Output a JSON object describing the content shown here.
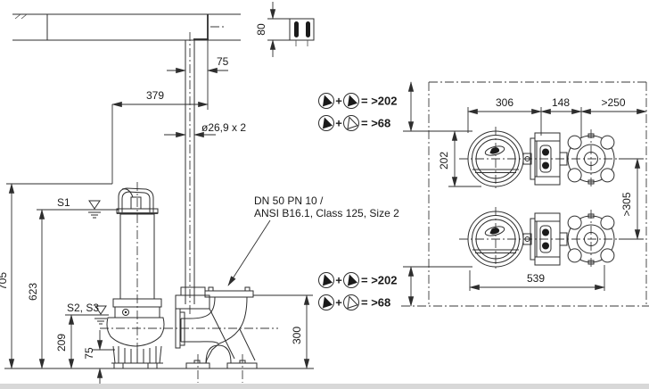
{
  "colors": {
    "background": "#ffffff",
    "line": "#2e2e2e",
    "text": "#1a1a1a",
    "symbol_fill": "#1a1a1a",
    "footer_strip": "#d8d8d8"
  },
  "side_view": {
    "left_dims": {
      "total_height": "705",
      "s1_level_height": "623",
      "s2s3_level_height": "209",
      "suction_height": "75"
    },
    "top_dims": {
      "pipe_to_bracket": "75",
      "pump_to_wall": "379",
      "guide_pipe_size": "ø26,9 x 2",
      "bracket_plate": "80"
    },
    "right_dims": {
      "outlet_flange_height": "300"
    },
    "water_levels": {
      "s1": "S1",
      "s2_s3": "S2, S3"
    },
    "flange_note": {
      "line1": "DN 50 PN 10 /",
      "line2": "ANSI B16.1, Class 125, Size 2"
    }
  },
  "legend": {
    "upper": {
      "rows": [
        {
          "plus": "+",
          "value": "= >202"
        },
        {
          "plus": "+",
          "value": "= >68"
        }
      ]
    },
    "lower": {
      "rows": [
        {
          "plus": "+",
          "value": "= >202"
        },
        {
          "plus": "+",
          "value": "= >68"
        }
      ]
    }
  },
  "plan_view": {
    "dims": {
      "motor_length": "306",
      "claw_to_outlet": "148",
      "outlet_wall_clearance": ">250",
      "motor_width": "202",
      "pump_spacing": ">305",
      "total_length": "539"
    }
  }
}
